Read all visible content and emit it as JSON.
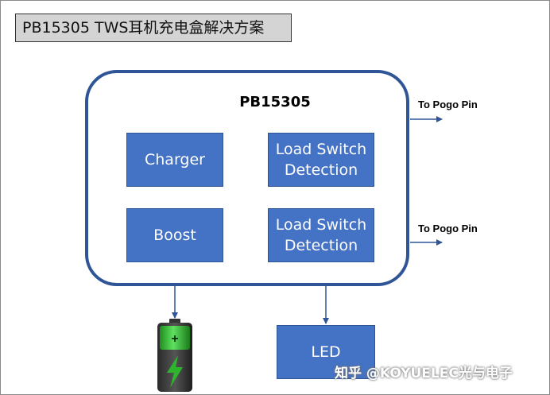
{
  "title": "PB15305 TWS耳机充电盒解决方案",
  "chip": {
    "label": "PB15305"
  },
  "blocks": {
    "charger": "Charger",
    "boost": "Boost",
    "load_switch_1": "Load Switch\nDetection",
    "load_switch_2": "Load Switch\nDetection",
    "led": "LED"
  },
  "outputs": {
    "pogo_top": "To Pogo Pin",
    "pogo_bottom": "To Pogo Pin"
  },
  "battery": {
    "symbol": "+"
  },
  "watermark": "知乎 @KOYUELEC光与电子",
  "colors": {
    "block": "#4472c4",
    "border": "#2f5597",
    "battery_green": "#2db52d"
  }
}
